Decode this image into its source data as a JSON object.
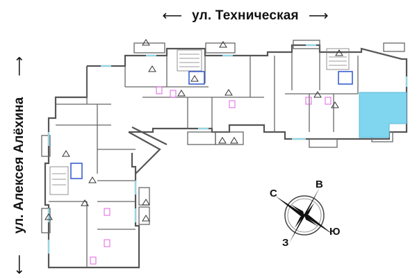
{
  "streets": {
    "top": {
      "label": "ул. Техническая",
      "arrow_left": "⟵",
      "arrow_right": "⟶"
    },
    "left": {
      "label": "ул. Алексея Алёхина",
      "arrow_up": "⟶",
      "arrow_down": "⟵"
    }
  },
  "compass": {
    "north": "С",
    "east": "В",
    "south": "Ю",
    "west": "З"
  },
  "highlight": {
    "description": "selected apartment",
    "color": "#7fd6ee"
  },
  "colors": {
    "walls": "#555555",
    "windows": "#8fd8e8",
    "fixtures": "#e060e0",
    "elevator": "#3a5fd0"
  }
}
